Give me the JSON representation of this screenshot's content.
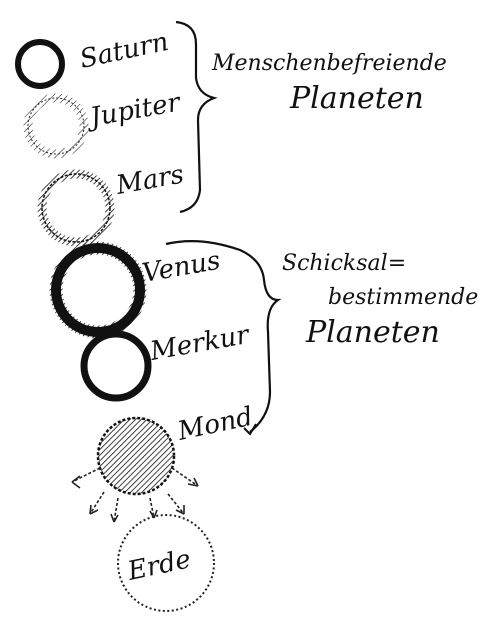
{
  "planets": [
    {
      "label": "Saturn"
    },
    {
      "label": "Jupiter"
    },
    {
      "label": "Mars"
    },
    {
      "label": "Venus"
    },
    {
      "label": "Merkur"
    },
    {
      "label": "Mond"
    },
    {
      "label": "Erde"
    }
  ],
  "groups": {
    "upper": {
      "line1": "Menschenbefreiende",
      "line2": "Planeten"
    },
    "lower": {
      "line1": "Schicksal=",
      "line2": "bestimmende",
      "line3": "Planeten"
    }
  },
  "colors": {
    "ink": "#111111",
    "paper": "#ffffff"
  }
}
